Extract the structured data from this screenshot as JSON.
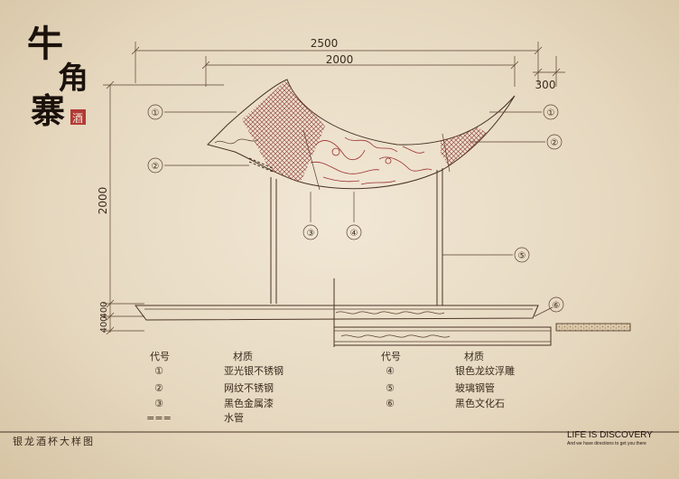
{
  "logo": {
    "chars": [
      "牛",
      "角",
      "寨"
    ],
    "seal": "酒"
  },
  "dimensions": {
    "top_total": "2500",
    "top_inner": "2000",
    "top_right": "300",
    "height_main": "2000",
    "height_base_a": "400",
    "height_base_b": "400"
  },
  "callouts": [
    "①",
    "①",
    "②",
    "②",
    "③",
    "④",
    "⑤",
    "⑥"
  ],
  "legend": {
    "col_code": "代号",
    "col_material": "材质",
    "left": [
      {
        "code": "①",
        "material": "亚光银不锈钢"
      },
      {
        "code": "②",
        "material": "网纹不锈钢"
      },
      {
        "code": "③",
        "material": "黑色金属漆"
      },
      {
        "code": "===",
        "material": "水管"
      }
    ],
    "right": [
      {
        "code": "④",
        "material": "银色龙纹浮雕"
      },
      {
        "code": "⑤",
        "material": "玻璃钢管"
      },
      {
        "code": "⑥",
        "material": "黑色文化石"
      }
    ]
  },
  "footer": {
    "title": "银龙酒杯大样图",
    "slogan": "LIFE IS DISCOVERY",
    "tagline": "And we have directions to get you there"
  }
}
